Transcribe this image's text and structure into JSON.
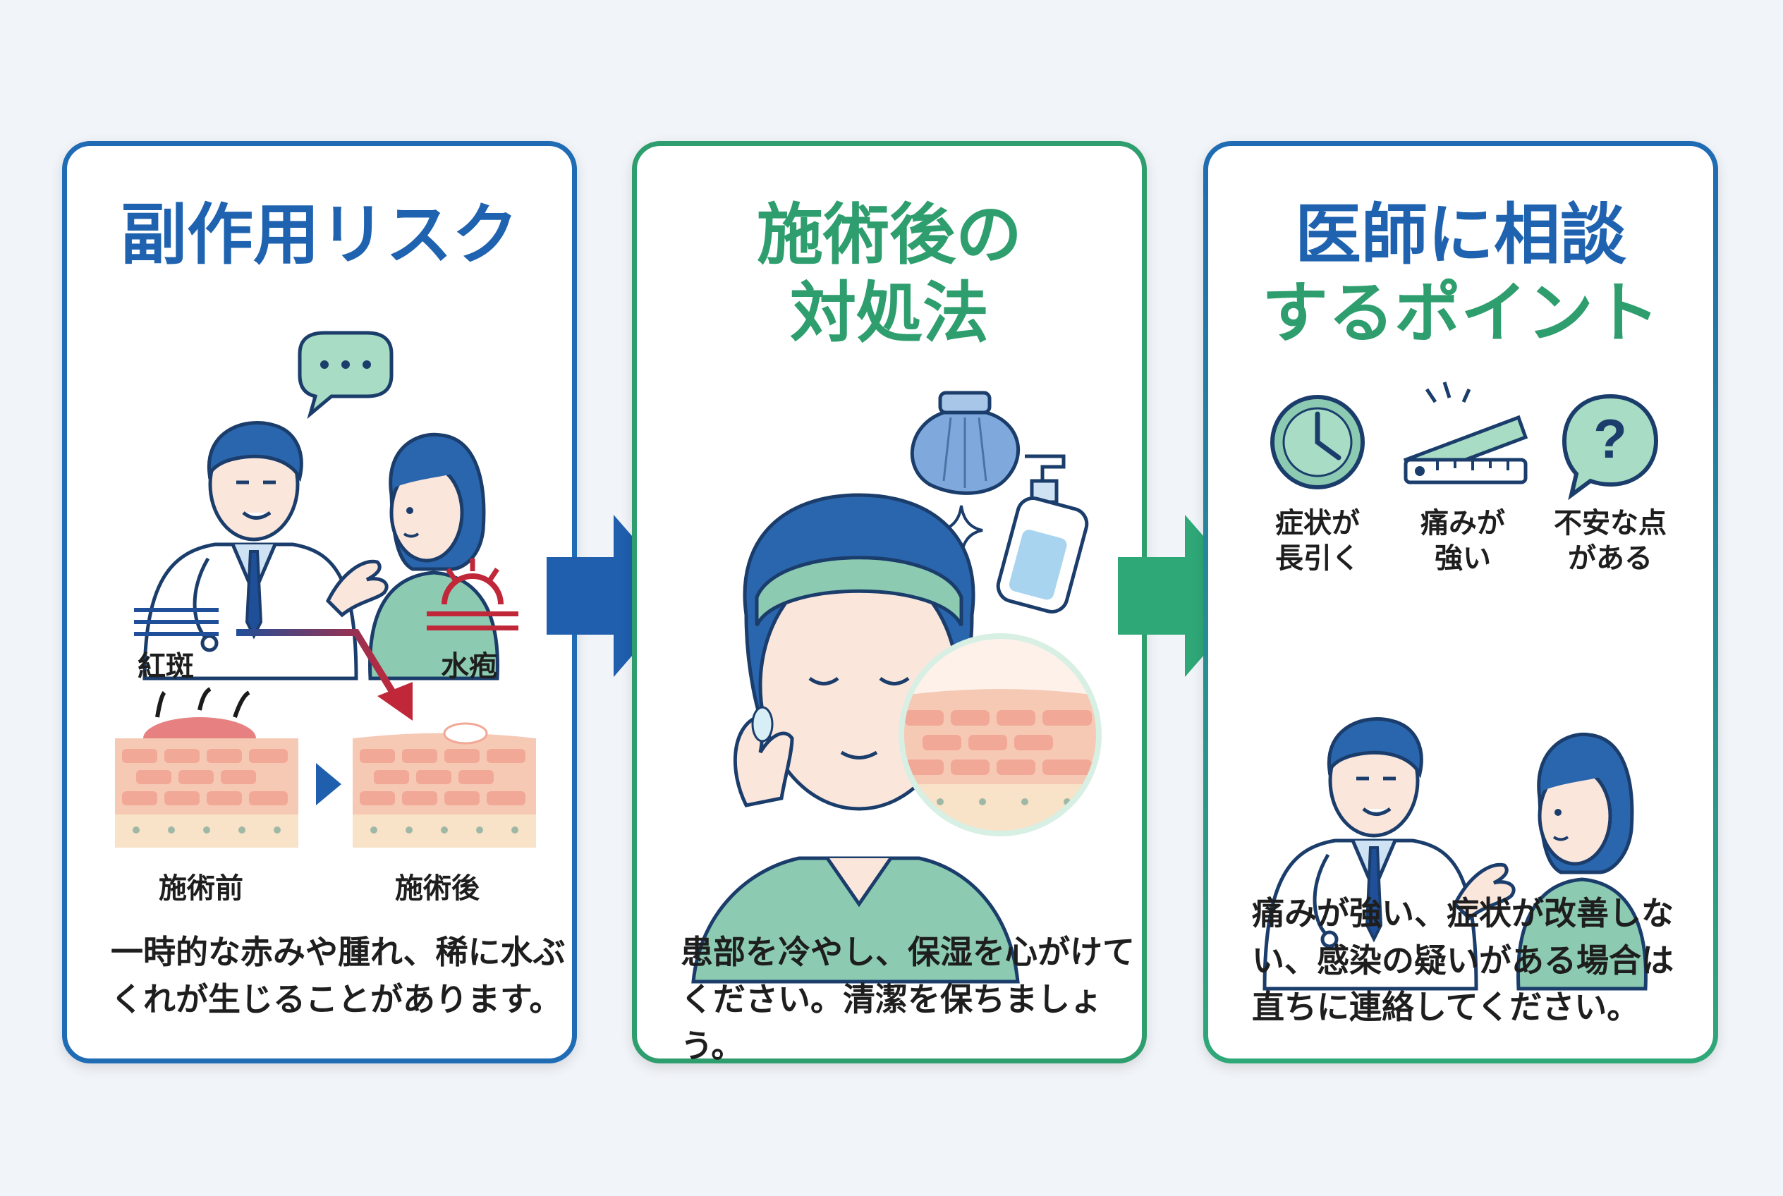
{
  "panels": [
    {
      "title_line1": "副作用リスク",
      "labels": {
        "erythema": "紅斑",
        "blister": "水疱",
        "before": "施術前",
        "after": "施術後"
      },
      "body_line1": "一時的な赤みや腫れ、稀に水ぶ",
      "body_line2": "くれが生じることがあります。"
    },
    {
      "title_line1": "施術後の",
      "title_line2": "対処法",
      "body_line1": "患部を冷やし、保湿を心がけて",
      "body_line2": "ください。清潔を保ちましょう。"
    },
    {
      "title_line1": "医師に相談",
      "title_line2": "するポイント",
      "icons": [
        {
          "icon": "clock-icon",
          "line1": "症状が",
          "line2": "長引く"
        },
        {
          "icon": "pain-scale-icon",
          "line1": "痛みが",
          "line2": "強い"
        },
        {
          "icon": "question-bubble-icon",
          "line1": "不安な点",
          "line2": "がある"
        }
      ],
      "body_line1": "痛みが強い、症状が改善しな",
      "body_line2": "い、感染の疑いがある場合は",
      "body_line3": "直ちに連絡してください。"
    }
  ],
  "colors": {
    "blue": "#1f63b0",
    "green": "#2f9e6e",
    "skin": "#f6c9b4",
    "red": "#c0283a"
  }
}
